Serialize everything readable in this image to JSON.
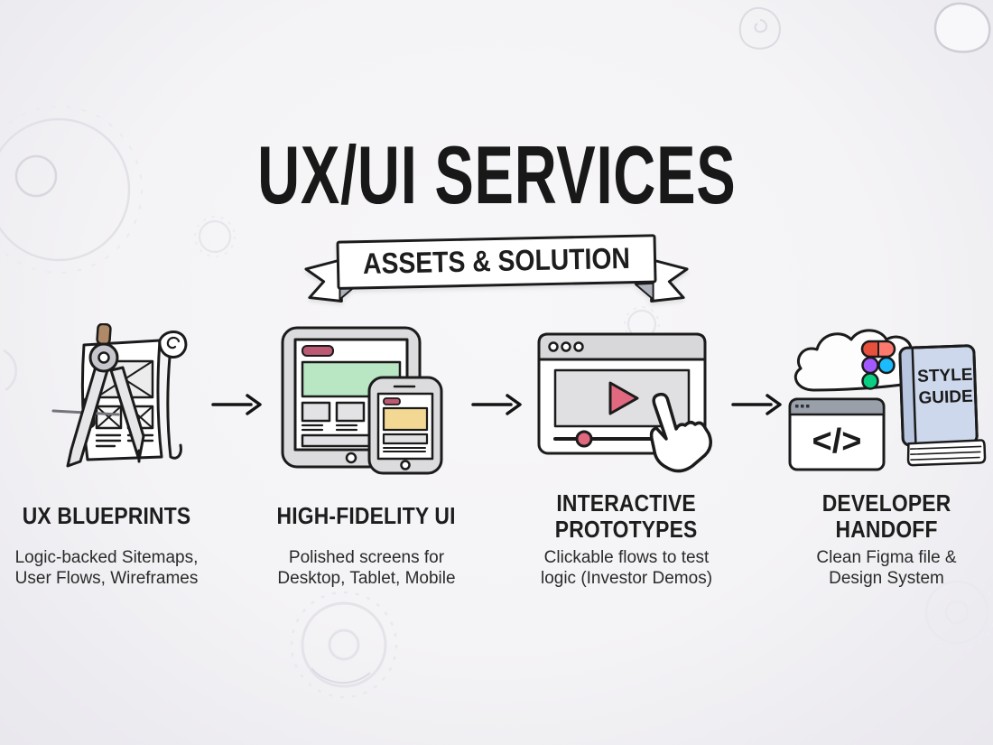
{
  "header": {
    "title": "UX/UI SERVICES",
    "banner_label": "ASSETS & SOLUTION"
  },
  "steps": [
    {
      "title": "UX BLUEPRINTS",
      "description": "Logic-backed Sitemaps,\nUser Flows, Wireframes",
      "icon": "compass-blueprint"
    },
    {
      "title": "HIGH-FIDELITY UI",
      "description": "Polished screens for\nDesktop, Tablet, Mobile",
      "icon": "tablet-phone"
    },
    {
      "title": "INTERACTIVE\nPROTOTYPES",
      "description": "Clickable flows to test\nlogic (Investor Demos)",
      "icon": "video-player-hand"
    },
    {
      "title": "DEVELOPER\nHANDOFF",
      "description": "Clean Figma file &\nDesign System",
      "icon": "figma-cloud-code-styleguide"
    }
  ],
  "icon_labels": {
    "style_guide_line1": "STYLE",
    "style_guide_line2": "GUIDE",
    "code_glyph": "</>"
  },
  "colors": {
    "outline": "#1b1b1b",
    "accent_pink": "#e0697f",
    "accent_pink_dark": "#bb5a72",
    "accent_green": "#b9e6c3",
    "accent_yellow": "#f3d894",
    "book_blue": "#cdd8ec",
    "figma_red": "#e8503e",
    "figma_salmon": "#ff7a6e",
    "figma_purple": "#a259ff",
    "figma_blue": "#1abcfe",
    "figma_green": "#0acf83",
    "ui_gray": "#dcdcdf",
    "bar_gray": "#d8d8db"
  }
}
